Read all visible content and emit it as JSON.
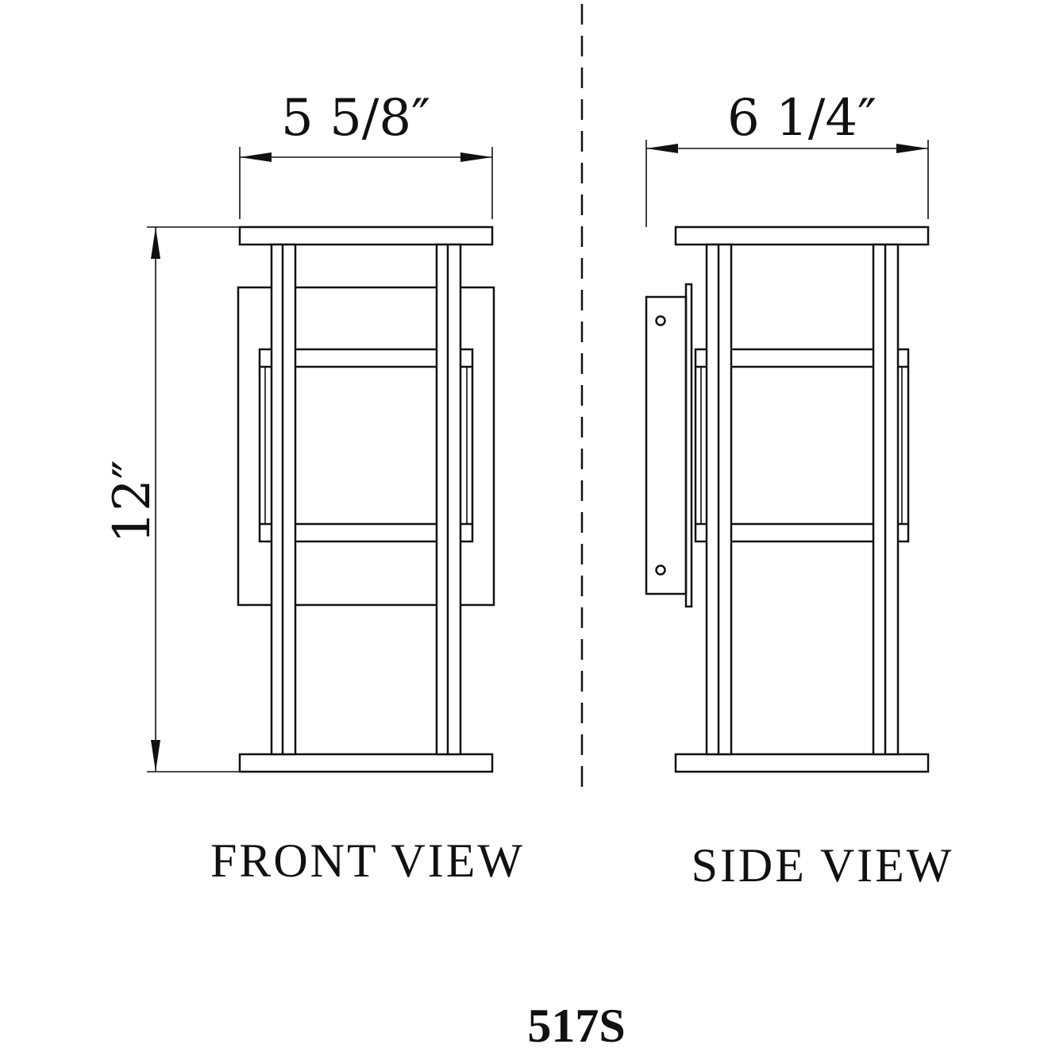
{
  "front_view": {
    "label": "FRONT VIEW",
    "width_dim": "5 5/8″",
    "height_dim": "12″"
  },
  "side_view": {
    "label": "SIDE VIEW",
    "width_dim": "6 1/4″"
  },
  "model_number": "517S",
  "colors": {
    "line": "#111111",
    "background": "#ffffff"
  }
}
